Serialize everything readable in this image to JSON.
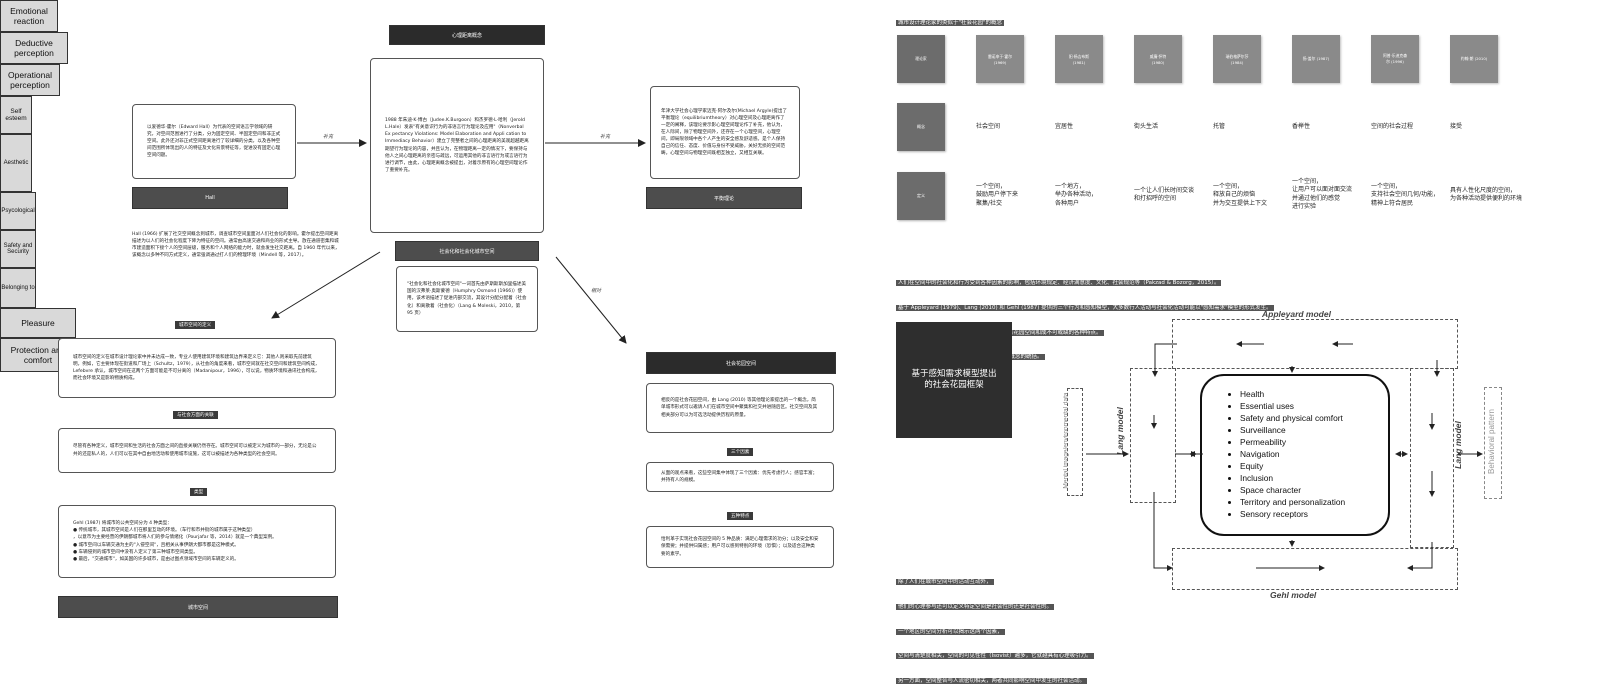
{
  "left": {
    "top_title": "心理距离概念",
    "hall_box": "以爱德华·霍尔（Edward Hall）为代表的空间语言学领域的研究，对空间范围进行了分类，分为固定空间、半固定空间和非正式空间。此外还对非正式空间距离进行了较详细的分类，以及各种空间范围所体现出的人的特征及文化背景特征等，促进没有固定心理空间问题。",
    "hall_label": "Hall",
    "center_box": "1988 年朱迪·K·博古（Judee.K.Burgoon）和杰罗德·L·哈利（Jerold L.Hale）发表\"有关意识行为的非语言行为理论及应用\"（Nonverbal Ex pectancy Violations: Model Elaboration and Appli cation to Immediacy Behavior）建立了完整者之间的心理距离的美观超越距离期望行为理论的内容，并且认为，在物理距离一定的情况下，要保持与他人之间心理距离的亲密与疏远，可运用其他的非言语行为或言语行为进行调节，由此，心理距离概念被提出，对着示原有的心理空间理论作了重要补充。",
    "right_box": "年津大学社会心理学家迈克·阿尔及尔(Michael Argyle)提出了平衡理论（equilibriumtheory）对心理空间及心理距离作了一定的阐释，该理论要示影心理空间理论作了补充，他认为，在人际间，除了物理空间外，还存在一个心理空间，心理空间，即局限领域中各个人产生的安全感及舒适感。是个人保持自己的信任、态度、价值与身份不受威胁，关好无损的空间范畴。心理空间与物理空间既相互独立，又相互关联。",
    "right_label": "平衡理论",
    "supplement1": "补充",
    "supplement2": "补充",
    "hall_para": "Hall (1966) 扩展了社交空间概念到城市，调查城市空间里面对人们社会化的影响。霍尔提出空间距离描述为以人们的社会化程度下降为特征的空间。通常由高速交通和商业的形式主导。放在通道密集和城市建造面积下接个人的空间层级，服务和个人网络的能力时，就会发生社交距离。自 1960 年代以来，该概念以多种不同方式定义，通常强调通过打人们的物理环境（Mindell 等，2017）。",
    "mid_label": "社会化和社会化城市空间",
    "mid_box": "\"社会化和社会化城市空间\"一词首先由萨斯斯斯加里描述美国的汉弗莱·奥斯蒙德（Humphry Osmond (1966)）使用，该术语描述了促进内部交流，其设计分配分配着（社会化）和离散着（社会化）（Lang & Moleski，2010，第 95 页）",
    "found": "相对",
    "def_label": "城市空间的定义",
    "def_box": "城市空间的定义在城市设计理论家中并未达成一致，专业人使用建筑环境和建筑边界来定义它：其他人则采取先前建筑明，例如，它主要体现在街道和广场上（Schultz，1979），从社会的角度来看，城市空间就在社交空间和建筑空间构成，Lefebvre 承认，城市空间在这两个方面可能是不可分离的（Madanipour，1996），可以说，物质环境和通讯社会构成，而社会环境又是影响物质构成。",
    "soc_label": "与社会方面的关联",
    "soc_box": "尽管有各种定义，城市空间和生活的社会方面之间的直接关联仍然存在。城市空间可以被定义为城市的一部分，无论是公共的还是私人的，人们可以在其中自由地活动和使用城市设施，这可以被描述为各种类型的社会空间。",
    "type_label": "类型",
    "type_box": "Gehl (1987) 将城市的公共空间分为 4 种类型：\n● 传统城市，其城市空间是人们在那里互动的环境。（车行和市井街的城市属于这种类型）\n，以意市为主要经营的伊朗都城市将人们的参与情绪化（Pourjafar 等，2014）就是一个典型案例。\n● 城市空间以车辆交通为主的\"入侵空间\"，且相关从事伊朗大都市都是这种模式。\n● 车辆侵到的城市空间中没有人定义了第三种城市空间类型。\n● 最后，\"交通城市\"，如美国的许多城市，是由过图点领域市空间的车辆定义的。",
    "bottom_label": "城市空间",
    "uspace_label": "社会花园空间",
    "uspace_box": "相反的是社会花园空间，由 Lang (2010) 等其他理论家提出的一个概念，简单城市形式可以邀请人们在城市空间中聚集和社交并进随后区。社交空间及其相关部分可以为可选活动提供历程的原量。",
    "three_label": "三个因素",
    "three_box": "从面的观点来看，这些空间集中体现了三个因素：优先考虑行人；感官丰富；并持有人的规模。",
    "five_label": "五种特点",
    "five_box": "恰利革于实现社会花园空间的 5 种品质：满足心理需求的功分；以及安全和安保需要；并提供归属感；用户可以感到特别的环境（恐惧）；以及适合这种类要的素学。"
  },
  "right": {
    "table_title": "城市设计理论家的类似于\"社会花园\"的概念",
    "col_headers": [
      "理论家",
      "雷诺申于·霍尔\n(1969)",
      "阳·杨吉布斯\n(1981)",
      "威廉·怀特\n(1980)",
      "瑞伯格萨尔莎\n(1984)",
      "扬·盖尔 (1987)",
      "阿普·乐迪克森\n尔 (1996)",
      "约翰·朗 (2010)"
    ],
    "row_headers": [
      "概念",
      "定义"
    ],
    "concepts": [
      "社会空间",
      "宜居性",
      "街头生活",
      "托管",
      "香榉性",
      "空间的社会过程",
      "接受"
    ],
    "definitions": [
      "一个空间，\n鼓励用户停下来\n聚集/社交",
      "一个地方，\n举办各种活动，\n各种用户",
      "一个让人们长时间交谈\n和打招呼的空间",
      "一个空间，\n释放自己的烦恼\n并为交互提供上下文",
      "一个空间，\n让用户可以面对面交流\n并通过他们的感觉\n进行实验",
      "一个空间，\n支持社会空间几何/功能，\n精神上符合居民",
      "具有人性化尺度的空间，\n为各种活动提供便利的环境"
    ],
    "para1": [
      "人们在空间中的社会化和行为受到各种因素的影响，包括环境规定、经济满意度、文化、社会规范等（Pakzad & Bozorg，2015）。",
      "基于 Appleyard (1979)、Lang (2010) 和 Gehl (1987) 提供的三个行为和感知模型，大多数行人活动与社会化活动可能以\"感知需求\"模型的形式发生。",
      "该模型是一个相互作用的循环，收集了作为社会花园空间和成不可或缺的各种特点。",
      "这些品质是由表 1 中的理论家提出的各种类似概念的统括。"
    ],
    "dark_card": "基于感知需求模型提出\n的社会花园框架",
    "appleyard_title": "Appleyard model",
    "gehl_title": "Gehl model",
    "lang_left": "Lang model",
    "lang_right": "Lang model",
    "mental": "Mental image/environmental data",
    "behavioral": "Behavioral pattern",
    "boxes": {
      "emotional": "Emotional reaction",
      "deductive": "Deductive perception",
      "operational": "Operational perception",
      "self_esteem": "Self esteem",
      "aesthetic": "Aesthetic",
      "psycological": "Psycological",
      "safety": "Safety and Security",
      "belonging": "Belonging to",
      "pleasure": "Pleasure",
      "protection": "Protection and comfort"
    },
    "needs": [
      "Health",
      "Essential uses",
      "Safety and physical comfort",
      "Surveillance",
      "Permeability",
      "Navigation",
      "Equity",
      "Inclusion",
      "Space character",
      "Territory and personalization",
      "Sensory receptors"
    ],
    "para2": [
      "除了人们在城市空间中的活动互动外，",
      "他们的心理参与还可以定义特定空间是社会性的还是社会性的。",
      "一个地区的空间分析可以揭示这两个因素，",
      "空间与清楚度相关，空间的可见性性（Isovist）越多，它就越具有心理吸引力。",
      "另一方面，空间整合与人流密切相关，两者共同影响空间中发生的社会活动。"
    ]
  },
  "colors": {
    "dark_bar": "#2b2b2b",
    "mid_bar": "#4d4d4d",
    "diagram_box": "#d9d9d9"
  }
}
